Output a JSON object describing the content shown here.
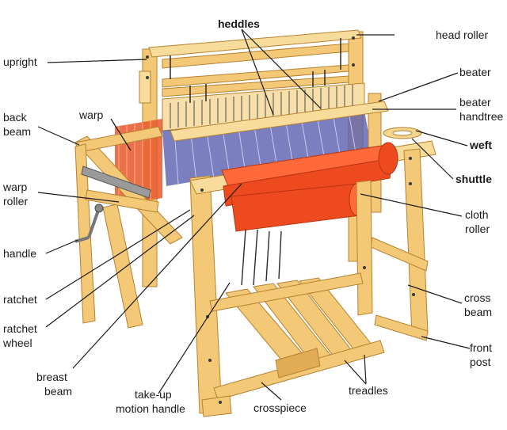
{
  "diagram": {
    "labels": {
      "heddles": "heddles",
      "head_roller": "head roller",
      "upright": "upright",
      "beater": "beater",
      "back_beam_1": "back",
      "back_beam_2": "beam",
      "warp": "warp",
      "beater_handtree_1": "beater",
      "beater_handtree_2": "handtree",
      "weft": "weft",
      "shuttle": "shuttle",
      "warp_roller_1": "warp",
      "warp_roller_2": "roller",
      "cloth_roller_1": "cloth",
      "cloth_roller_2": "roller",
      "handle": "handle",
      "ratchet": "ratchet",
      "ratchet_wheel_1": "ratchet",
      "ratchet_wheel_2": "wheel",
      "cross_beam_1": "cross",
      "cross_beam_2": "beam",
      "front_post_1": "front",
      "front_post_2": "post",
      "breast_beam_1": "breast",
      "breast_beam_2": "beam",
      "treadles": "treadles",
      "take_up_1": "take-up",
      "take_up_2": "motion handle",
      "crosspiece": "crosspiece"
    },
    "colors": {
      "wood": "#f3c978",
      "wood_outline": "#b5822f",
      "cloth": "#ee4a1f",
      "warp_threads": "#5a5fb0",
      "metal": "#8a8a8a"
    }
  }
}
